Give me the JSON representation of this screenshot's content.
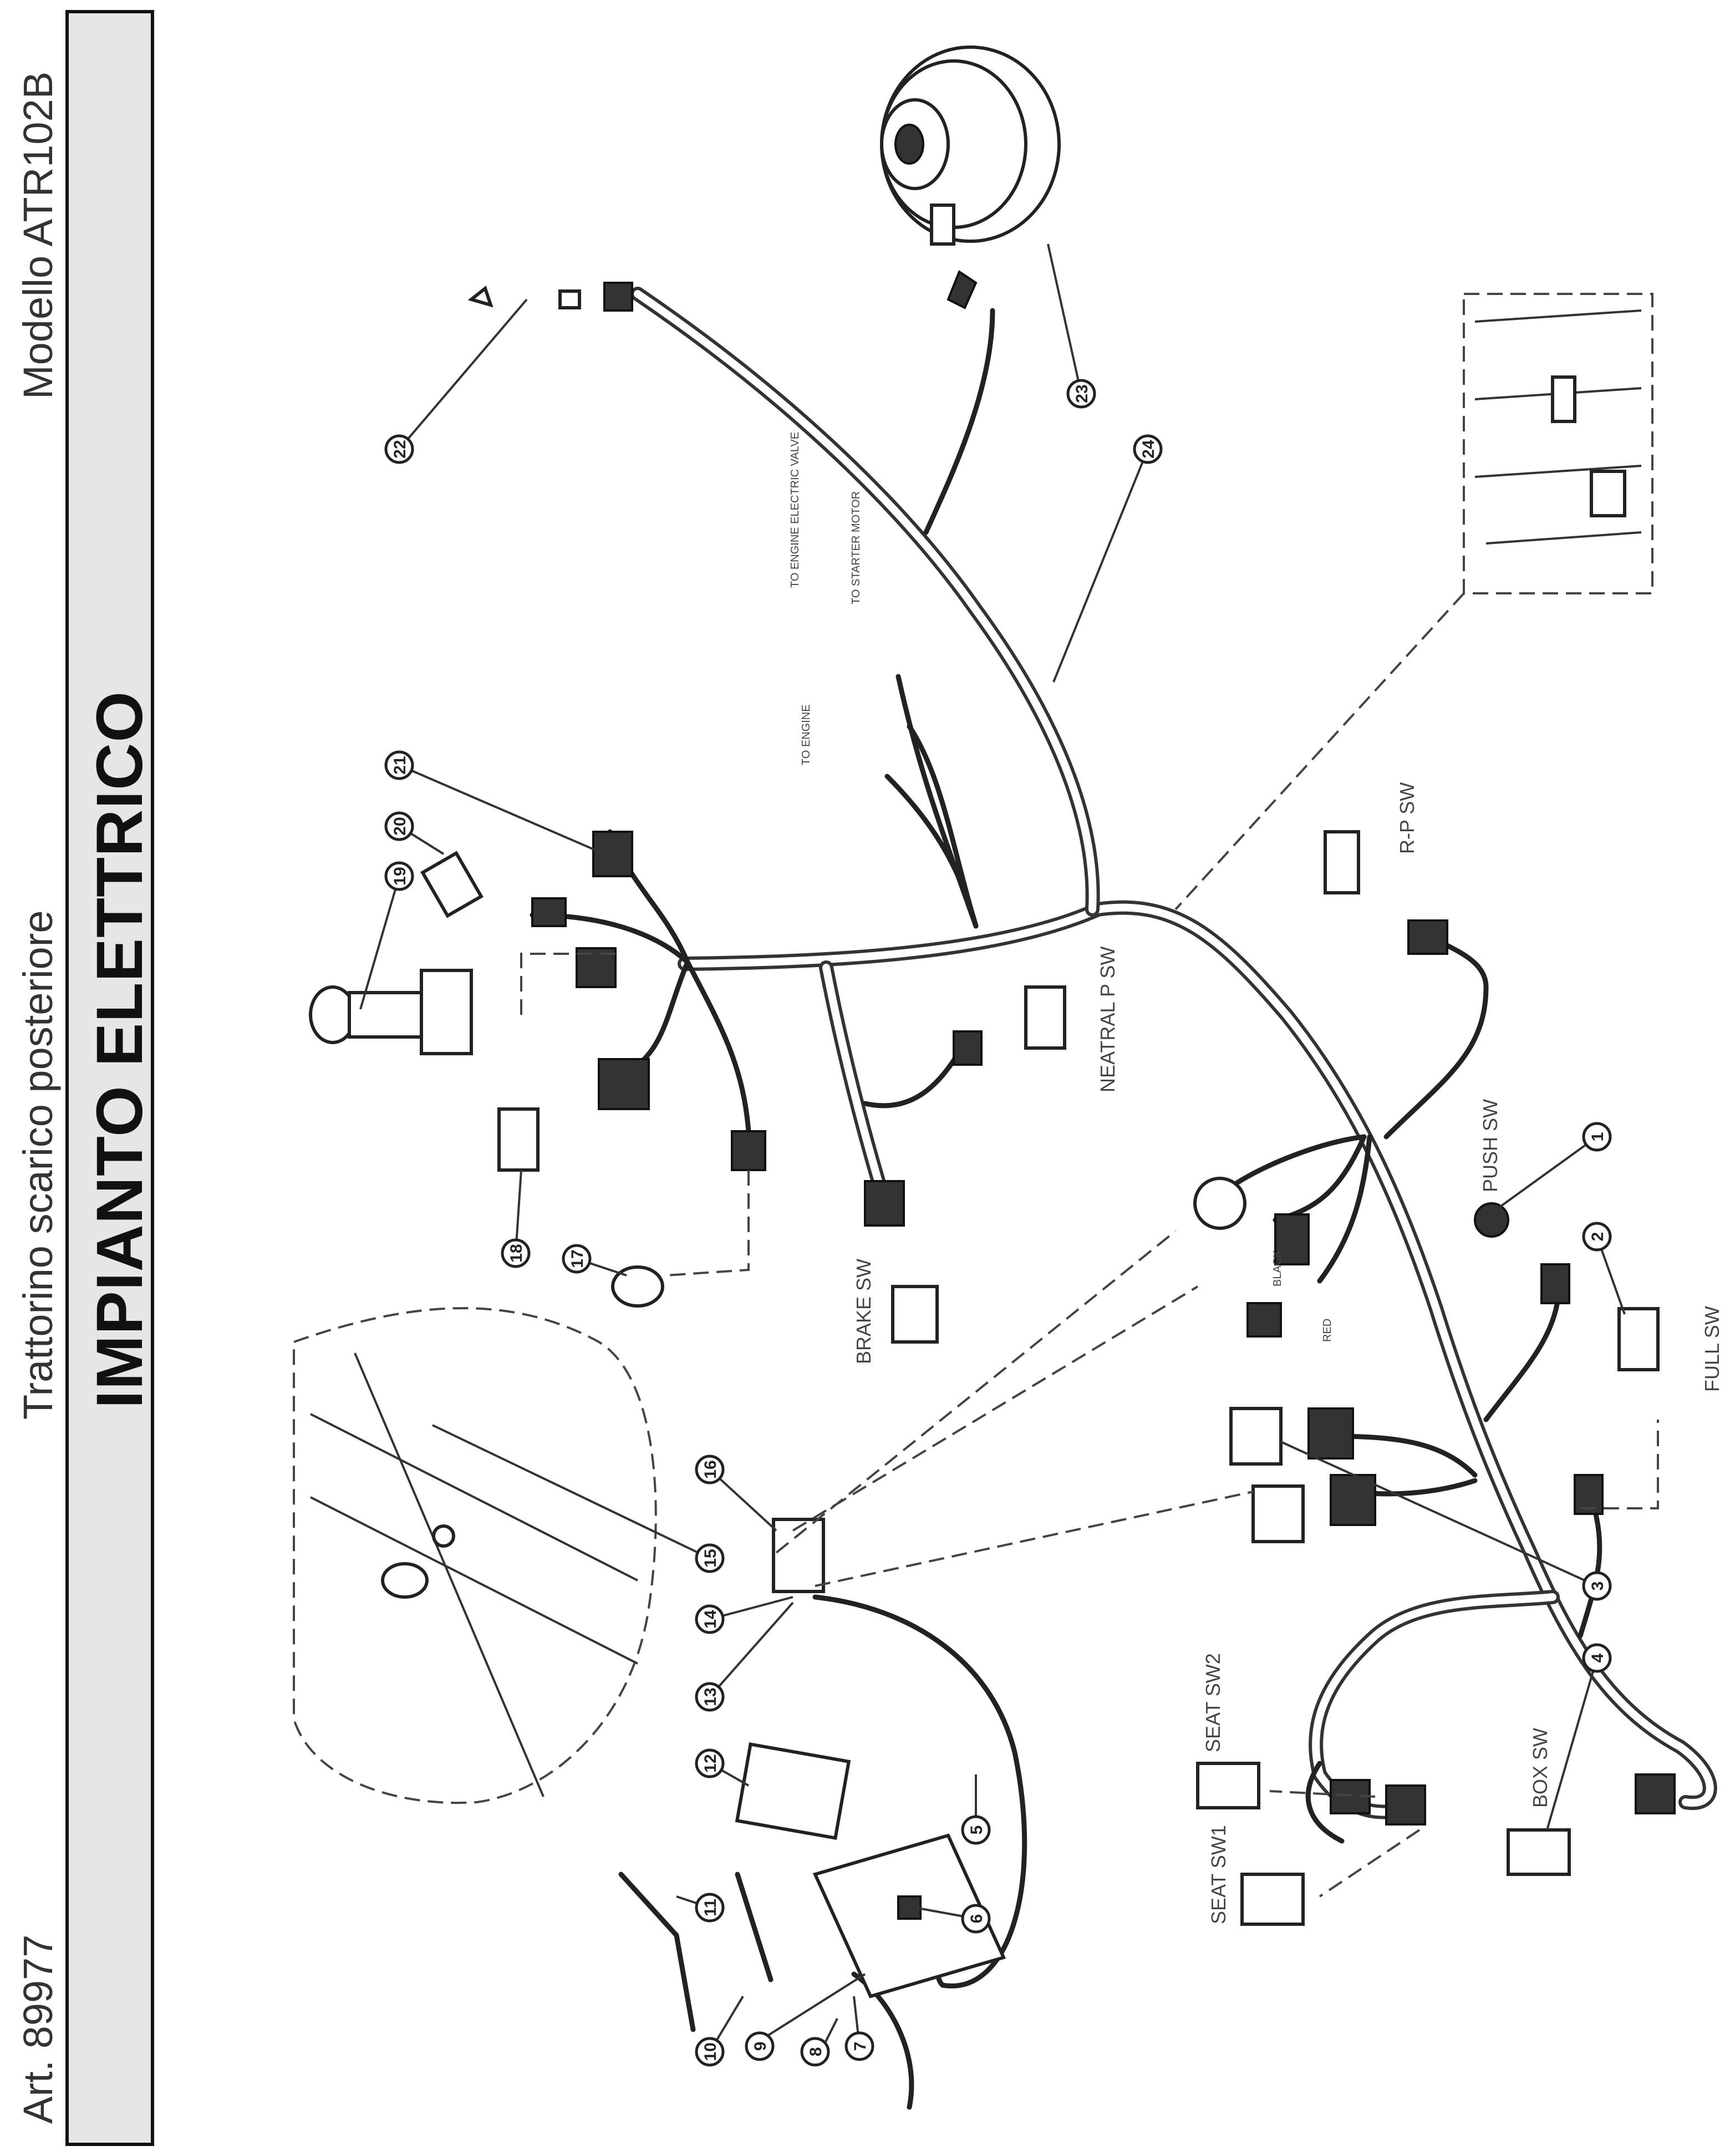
{
  "header": {
    "article": "Art. 89977",
    "subtitle": "Trattorino scarico posteriore",
    "model": "Modello ATR102B",
    "title": "IMPIANTO ELETTRICO"
  },
  "switch_labels": {
    "push_sw": "PUSH SW",
    "full_sw": "FULL SW",
    "rp_sw": "R-P SW",
    "neutral_sw": "NEATRAL P SW",
    "brake_sw": "BRAKE SW",
    "seat_sw1": "SEAT SW1",
    "seat_sw2": "SEAT SW2",
    "box_sw": "BOX SW"
  },
  "wire_labels": {
    "to_engine_valve": "TO ENGINE ELECTRIC VALVE",
    "to_starter_motor": "TO STARTER MOTOR",
    "to_engine": "TO ENGINE"
  },
  "relay_labels": {
    "black": "BLACK",
    "red": "RED"
  },
  "callouts": [
    "1",
    "2",
    "3",
    "4",
    "5",
    "6",
    "7",
    "8",
    "9",
    "10",
    "11",
    "12",
    "13",
    "14",
    "15",
    "16",
    "17",
    "18",
    "19",
    "20",
    "21",
    "22",
    "23",
    "24"
  ]
}
